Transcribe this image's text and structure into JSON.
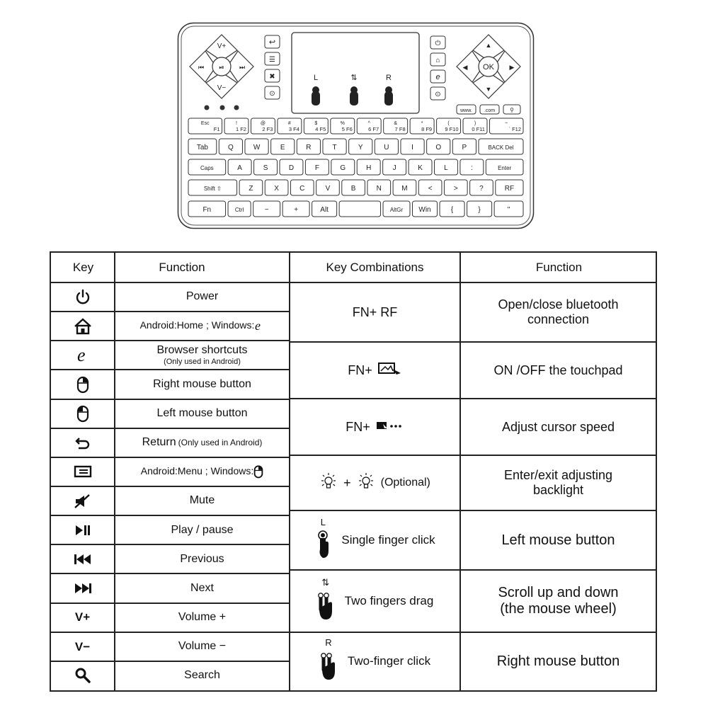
{
  "keyboard": {
    "top_left": {
      "vplus": "V+",
      "vminus": "V−"
    },
    "ok": "OK",
    "touch_labels": {
      "left": "L",
      "drag": "⇅",
      "right": "R"
    },
    "special_keys": {
      "www": "www.",
      "com": ".com"
    },
    "row1": [
      {
        "main": "Esc",
        "sub": "F1"
      },
      {
        "main": "!",
        "sub": "1 F2"
      },
      {
        "main": "@",
        "sub": "2 F3"
      },
      {
        "main": "#",
        "sub": "3 F4"
      },
      {
        "main": "$",
        "sub": "4 F5"
      },
      {
        "main": "%",
        "sub": "5 F6"
      },
      {
        "main": "^",
        "sub": "6 F7"
      },
      {
        "main": "&",
        "sub": "7 F8"
      },
      {
        "main": "*",
        "sub": "8 F9"
      },
      {
        "main": "(",
        "sub": "9 F10"
      },
      {
        "main": ")",
        "sub": "0 F11"
      },
      {
        "main": "~",
        "sub": "` F12"
      }
    ],
    "row2": [
      "Tab",
      "Q",
      "W",
      "E",
      "R",
      "T",
      "Y",
      "U",
      "I",
      "O",
      "P",
      "BACK Del"
    ],
    "row3": [
      "Caps",
      "A",
      "S",
      "D",
      "F",
      "G",
      "H",
      "J",
      "K",
      "L",
      ":",
      "Enter"
    ],
    "row4": [
      "Shift ⇧",
      "Z",
      "X",
      "C",
      "V",
      "B",
      "N",
      "M",
      "<",
      ">",
      "?",
      "RF"
    ],
    "row5": [
      "Fn",
      "Ctrl",
      "−",
      "+",
      "Alt",
      "",
      "AltGr",
      "Win",
      "{",
      "}",
      "\""
    ]
  },
  "table": {
    "headers": {
      "key": "Key",
      "function": "Function",
      "combinations": "Key Combinations",
      "function2": "Function"
    },
    "left_rows": [
      {
        "icon": "power-icon",
        "text": "Power"
      },
      {
        "icon": "home-icon",
        "text": "Android:Home ; Windows:"
      },
      {
        "icon": "browser-e-icon",
        "text": "Browser shortcuts",
        "note": "(Only used in Android)"
      },
      {
        "icon": "mouse-right-icon",
        "text": "Right mouse button"
      },
      {
        "icon": "mouse-left-icon",
        "text": "Left mouse button"
      },
      {
        "icon": "return-icon",
        "text": "Return",
        "note": "(Only used in Android)"
      },
      {
        "icon": "menu-icon",
        "text": "Android:Menu ; Windows:"
      },
      {
        "icon": "mute-icon",
        "text": "Mute"
      },
      {
        "icon": "play-pause-icon",
        "text": "Play / pause"
      },
      {
        "icon": "previous-icon",
        "text": "Previous"
      },
      {
        "icon": "next-icon",
        "text": "Next"
      },
      {
        "icon": "volume-up-icon",
        "key": "V+",
        "text": "Volume +"
      },
      {
        "icon": "volume-down-icon",
        "key": "V−",
        "text": "Volume −"
      },
      {
        "icon": "search-icon",
        "text": "Search"
      }
    ],
    "right_rows": [
      {
        "combo": "FN+ RF",
        "function": "Open/close bluetooth connection"
      },
      {
        "combo": "FN+",
        "function": "ON /OFF the touchpad"
      },
      {
        "combo": "FN+",
        "function": "Adjust cursor speed"
      },
      {
        "combo": "+",
        "note": "(Optional)",
        "function": "Enter/exit adjusting backlight"
      },
      {
        "combo": "Single finger click",
        "label": "L",
        "function": "Left mouse button"
      },
      {
        "combo": "Two fingers drag",
        "label": "⇅",
        "function": "Scroll up and down (the mouse wheel)"
      },
      {
        "combo": "Two-finger click",
        "label": "R",
        "function": "Right mouse button"
      }
    ]
  }
}
